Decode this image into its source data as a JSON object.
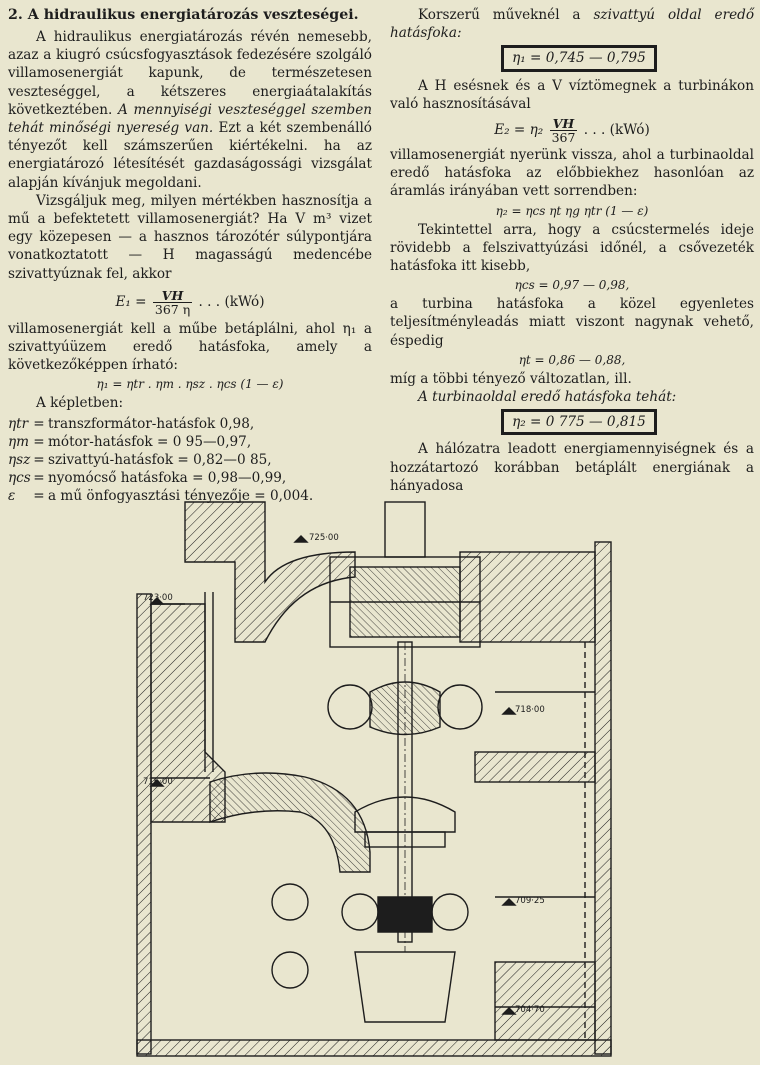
{
  "left": {
    "heading": "2. A hidraulikus energiatározás veszteségei.",
    "p1_a": "A hidraulikus energiatározás révén nemesebb, azaz a kiugró csúcsfogyasztások fedezésére szolgáló villamosenergiát kapunk, de természetesen veszteséggel, a kétszeres energiaátalakítás következtében. ",
    "p1_em": "A mennyiségi veszteséggel szemben tehát minőségi nyereség van.",
    "p1_b": " Ezt a két szembenálló tényezőt kell számszerűen kiértékelni. ha az energiatározó létesítését gazdaságossági vizsgálat alapján kívánjuk megoldani.",
    "p2": "Vizsgáljuk meg, milyen mértékben hasznosítja a mű a befektetett villamosenergiát? Ha V m³ vizet egy közepesen — a hasznos tározótér súlypontjára vonatkoztatott — H magasságú medencébe szivattyúznak fel, akkor",
    "f1_lhs": "E₁ =",
    "f1_num": "VH",
    "f1_den": "367 η",
    "f1_tail": " . . . (kWó)",
    "p3": "villamosenergiát kell a műbe betáplálni, ahol η₁ a szivattyúüzem eredő hatásfoka, amely a következőképpen írható:",
    "f2": "η₁ = ηtr . ηm . ηsz . ηcs (1 — ε)",
    "list_intro": "A képletben:",
    "list": [
      {
        "sym": "ηtr",
        "eq": "=",
        "text": "transzformátor-hatásfok 0,98,"
      },
      {
        "sym": "ηm",
        "eq": "=",
        "text": "mótor-hatásfok = 0 95—0,97,"
      },
      {
        "sym": "ηsz",
        "eq": "=",
        "text": "szivattyú-hatásfok = 0,82—0 85,"
      },
      {
        "sym": "ηcs",
        "eq": "=",
        "text": "nyomócső hatásfoka = 0,98—0,99,"
      },
      {
        "sym": "ε",
        "eq": "=",
        "text": "a mű önfogyasztási tényezője = 0,004."
      }
    ]
  },
  "right": {
    "p1_a": "Korszerű műveknél a ",
    "p1_em": "szivattyú oldal eredő hatásfoka:",
    "box1": "η₁ = 0,745 — 0,795",
    "p2": "A H esésnek és a V víztömegnek a turbinákon való hasznosításával",
    "f3_lhs": "E₂ = η₂",
    "f3_num": "VH",
    "f3_den": "367",
    "f3_tail": " . . . (kWó)",
    "p3": "villamosenergiát nyerünk vissza, ahol a turbinaoldal eredő hatásfoka az előbbiekhez hasonlóan az áramlás irányában vett sorrendben:",
    "f4": "η₂ = ηcs ηt ηg ηtr (1 — ε)",
    "p4": "Tekintettel arra, hogy a csúcstermelés ideje rövidebb a felszivattyúzási időnél, a csővezeték hatásfoka itt kisebb,",
    "f5": "ηcs = 0,97 — 0,98,",
    "p5": "a turbina hatásfoka a közel egyenletes teljesítményleadás miatt viszont nagynak vehető, éspedig",
    "f6": "ηt = 0,86 — 0,88,",
    "p6": "míg a többi tényező változatlan, ill.",
    "p7_em": "A turbinaoldal eredő hatásfoka tehát:",
    "box2": "η₂ = 0 775 — 0,815",
    "p8": "A hálózatra leadott energiamennyiségnek és a hozzátartozó korábban betáplált energiának a hányadosa"
  },
  "drawing": {
    "levels": [
      "725·00",
      "723·00",
      "718·00",
      "716·00",
      "709·25",
      "704·70"
    ]
  },
  "colors": {
    "paper": "#e9e6cf",
    "ink": "#1d1d1d"
  }
}
